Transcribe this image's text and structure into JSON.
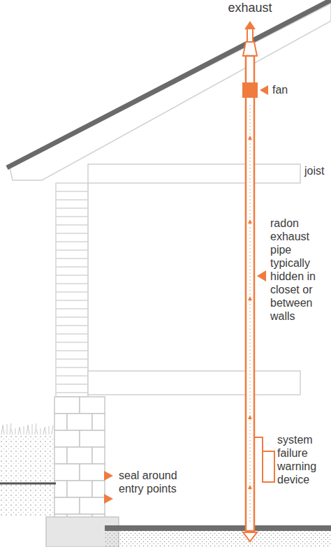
{
  "diagram": {
    "labels": [
      "exhaust",
      "fan",
      "joist",
      "radon exhaust pipe typically hidden in closet or between walls",
      "system failure warning device",
      "seal around entry points"
    ]
  }
}
